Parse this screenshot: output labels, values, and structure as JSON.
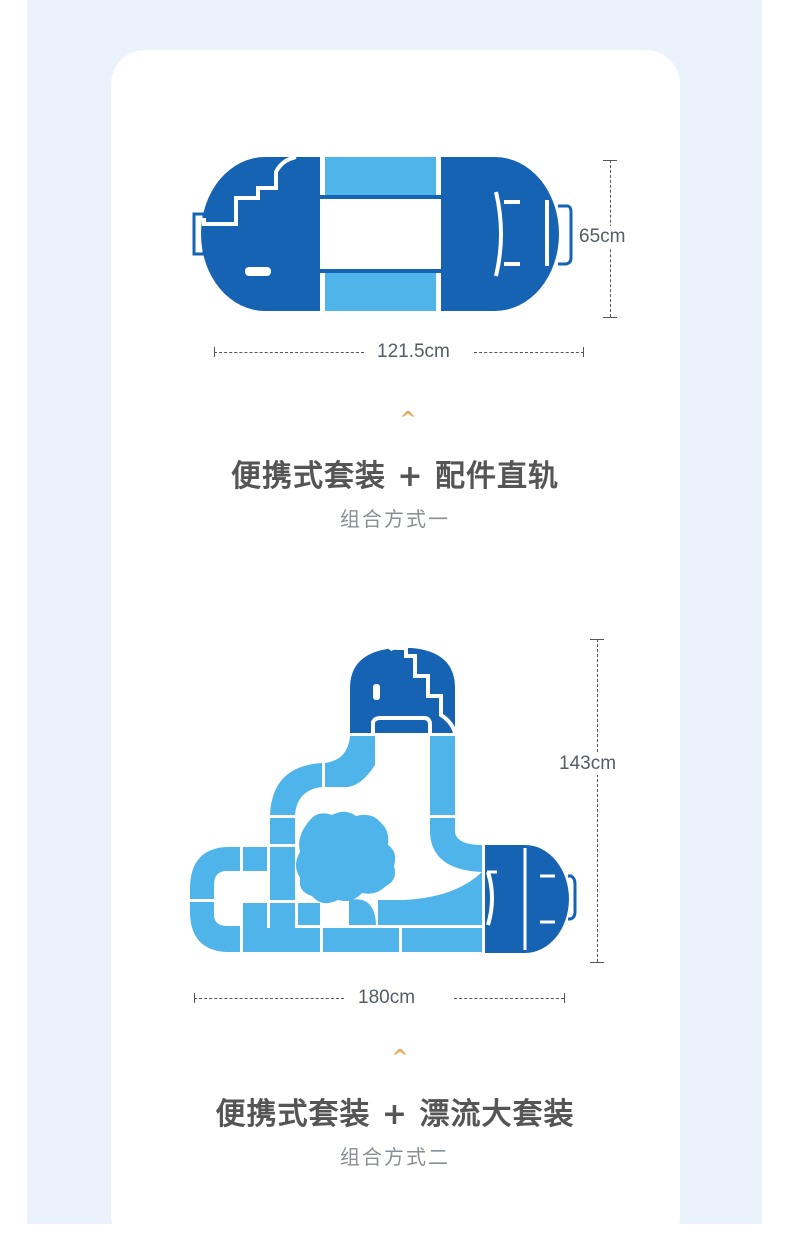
{
  "colors": {
    "dark_blue": "#1663b3",
    "light_blue": "#4fb4ea",
    "caret": "#e8a95c"
  },
  "section1": {
    "width_label": "121.5cm",
    "height_label": "65cm",
    "caret": "^",
    "title": "便携式套装 + 配件直轨",
    "subtitle": "组合方式一"
  },
  "section2": {
    "width_label": "180cm",
    "height_label": "143cm",
    "caret": "^",
    "title": "便携式套装 + 漂流大套装",
    "subtitle": "组合方式二"
  }
}
